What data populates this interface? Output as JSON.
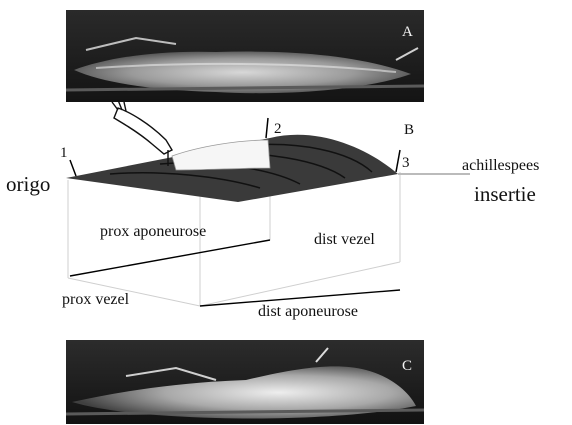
{
  "panels": {
    "a": {
      "letter": "A"
    },
    "b": {
      "letter": "B"
    },
    "c": {
      "letter": "C"
    }
  },
  "markers": {
    "m1": "1",
    "m2": "2",
    "m3": "3"
  },
  "labels": {
    "origo": "origo",
    "achillespees": "achillespees",
    "insertie": "insertie",
    "prox_aponeurose": "prox aponeurose",
    "dist_vezel": "dist vezel",
    "prox_vezel": "prox vezel",
    "dist_aponeurose": "dist aponeurose"
  }
}
